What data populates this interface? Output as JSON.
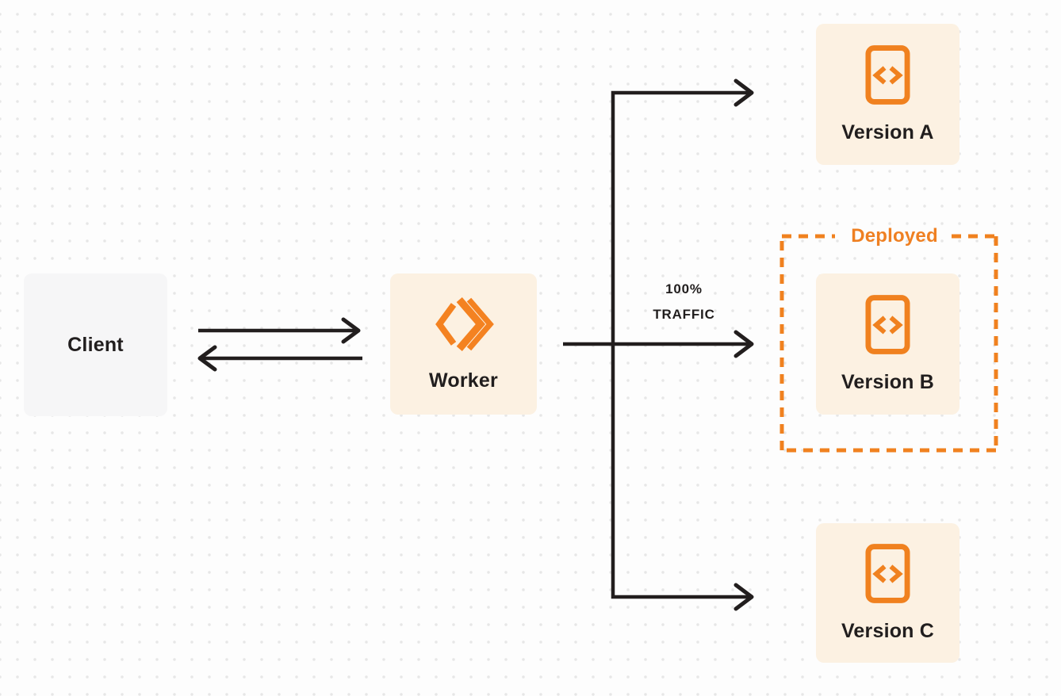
{
  "diagram": {
    "nodes": {
      "client": {
        "label": "Client"
      },
      "worker": {
        "label": "Worker",
        "icon": "cloudflare-workers-logo-icon"
      },
      "version_a": {
        "label": "Version A",
        "icon": "code-file-icon"
      },
      "version_b": {
        "label": "Version B",
        "icon": "code-file-icon"
      },
      "version_c": {
        "label": "Version C",
        "icon": "code-file-icon"
      }
    },
    "group": {
      "label": "Deployed"
    },
    "edge_label": {
      "line1": "100%",
      "line2": "TRAFFIC"
    },
    "edges": [
      "client -> worker",
      "worker -> client",
      "worker -> version_a",
      "worker -> version_b (100% TRAFFIC)",
      "worker -> version_c"
    ],
    "colors": {
      "accent_orange": "#F0811F",
      "node_fill_peach": "#FCF1E2",
      "node_fill_gray": "#F6F6F7",
      "line_dark": "#221E1E",
      "background": "#FDFDFD",
      "dot_grid": "#E7E7E7"
    }
  }
}
